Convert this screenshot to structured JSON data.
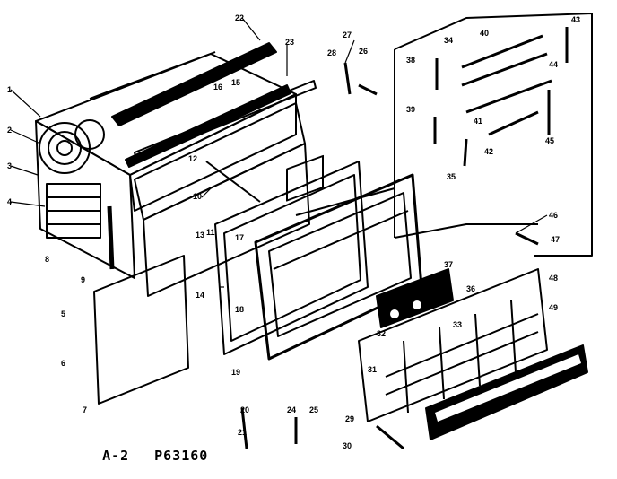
{
  "figure": {
    "sheet_label": "A-2",
    "figure_code": "P63160"
  },
  "callouts": [
    "1",
    "2",
    "3",
    "4",
    "5",
    "6",
    "7",
    "8",
    "9",
    "10",
    "11",
    "12",
    "13",
    "14",
    "15",
    "16",
    "17",
    "18",
    "19",
    "20",
    "21",
    "22",
    "23",
    "24",
    "25",
    "26",
    "27",
    "28",
    "29",
    "30",
    "31",
    "32",
    "33",
    "34",
    "35",
    "36",
    "37",
    "38",
    "39",
    "40",
    "41",
    "42",
    "43",
    "44",
    "45",
    "46",
    "47",
    "48",
    "49"
  ],
  "colors": {
    "ink": "#000000",
    "paper": "#ffffff"
  }
}
